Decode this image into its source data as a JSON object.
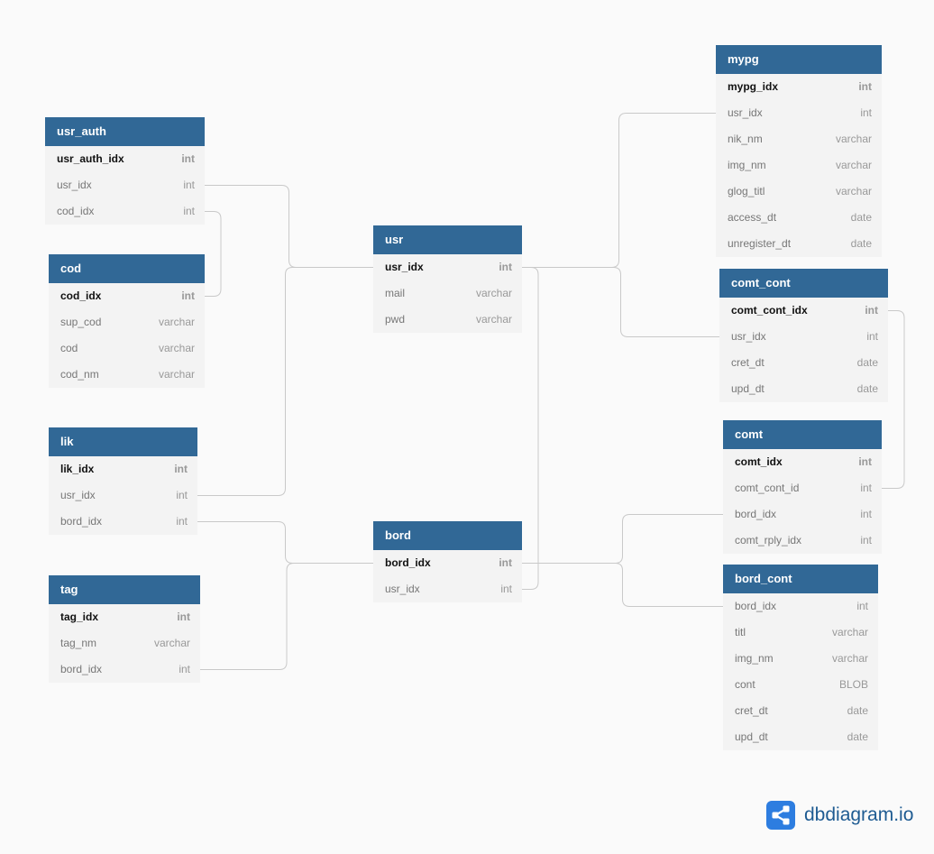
{
  "tables": [
    {
      "id": "usr_auth",
      "name": "usr_auth",
      "fields": [
        {
          "name": "usr_auth_idx",
          "type": "int",
          "pk": true
        },
        {
          "name": "usr_idx",
          "type": "int",
          "pk": false
        },
        {
          "name": "cod_idx",
          "type": "int",
          "pk": false
        }
      ]
    },
    {
      "id": "cod",
      "name": "cod",
      "fields": [
        {
          "name": "cod_idx",
          "type": "int",
          "pk": true
        },
        {
          "name": "sup_cod",
          "type": "varchar",
          "pk": false
        },
        {
          "name": "cod",
          "type": "varchar",
          "pk": false
        },
        {
          "name": "cod_nm",
          "type": "varchar",
          "pk": false
        }
      ]
    },
    {
      "id": "lik",
      "name": "lik",
      "fields": [
        {
          "name": "lik_idx",
          "type": "int",
          "pk": true
        },
        {
          "name": "usr_idx",
          "type": "int",
          "pk": false
        },
        {
          "name": "bord_idx",
          "type": "int",
          "pk": false
        }
      ]
    },
    {
      "id": "tag",
      "name": "tag",
      "fields": [
        {
          "name": "tag_idx",
          "type": "int",
          "pk": true
        },
        {
          "name": "tag_nm",
          "type": "varchar",
          "pk": false
        },
        {
          "name": "bord_idx",
          "type": "int",
          "pk": false
        }
      ]
    },
    {
      "id": "usr",
      "name": "usr",
      "fields": [
        {
          "name": "usr_idx",
          "type": "int",
          "pk": true
        },
        {
          "name": "mail",
          "type": "varchar",
          "pk": false
        },
        {
          "name": "pwd",
          "type": "varchar",
          "pk": false
        }
      ]
    },
    {
      "id": "bord",
      "name": "bord",
      "fields": [
        {
          "name": "bord_idx",
          "type": "int",
          "pk": true
        },
        {
          "name": "usr_idx",
          "type": "int",
          "pk": false
        }
      ]
    },
    {
      "id": "mypg",
      "name": "mypg",
      "fields": [
        {
          "name": "mypg_idx",
          "type": "int",
          "pk": true
        },
        {
          "name": "usr_idx",
          "type": "int",
          "pk": false
        },
        {
          "name": "nik_nm",
          "type": "varchar",
          "pk": false
        },
        {
          "name": "img_nm",
          "type": "varchar",
          "pk": false
        },
        {
          "name": "glog_titl",
          "type": "varchar",
          "pk": false
        },
        {
          "name": "access_dt",
          "type": "date",
          "pk": false
        },
        {
          "name": "unregister_dt",
          "type": "date",
          "pk": false
        }
      ]
    },
    {
      "id": "comt_cont",
      "name": "comt_cont",
      "fields": [
        {
          "name": "comt_cont_idx",
          "type": "int",
          "pk": true
        },
        {
          "name": "usr_idx",
          "type": "int",
          "pk": false
        },
        {
          "name": "cret_dt",
          "type": "date",
          "pk": false
        },
        {
          "name": "upd_dt",
          "type": "date",
          "pk": false
        }
      ]
    },
    {
      "id": "comt",
      "name": "comt",
      "fields": [
        {
          "name": "comt_idx",
          "type": "int",
          "pk": true
        },
        {
          "name": "comt_cont_id",
          "type": "int",
          "pk": false
        },
        {
          "name": "bord_idx",
          "type": "int",
          "pk": false
        },
        {
          "name": "comt_rply_idx",
          "type": "int",
          "pk": false
        }
      ]
    },
    {
      "id": "bord_cont",
      "name": "bord_cont",
      "fields": [
        {
          "name": "bord_idx",
          "type": "int",
          "pk": false
        },
        {
          "name": "titl",
          "type": "varchar",
          "pk": false
        },
        {
          "name": "img_nm",
          "type": "varchar",
          "pk": false
        },
        {
          "name": "cont",
          "type": "BLOB",
          "pk": false
        },
        {
          "name": "cret_dt",
          "type": "date",
          "pk": false
        },
        {
          "name": "upd_dt",
          "type": "date",
          "pk": false
        }
      ]
    }
  ],
  "relationships": [
    {
      "from": "usr_auth.usr_idx",
      "to": "usr.usr_idx"
    },
    {
      "from": "usr_auth.cod_idx",
      "to": "cod.cod_idx"
    },
    {
      "from": "lik.usr_idx",
      "to": "usr.usr_idx"
    },
    {
      "from": "lik.bord_idx",
      "to": "bord.bord_idx"
    },
    {
      "from": "tag.bord_idx",
      "to": "bord.bord_idx"
    },
    {
      "from": "bord.usr_idx",
      "to": "usr.usr_idx"
    },
    {
      "from": "mypg.usr_idx",
      "to": "usr.usr_idx"
    },
    {
      "from": "comt_cont.usr_idx",
      "to": "usr.usr_idx"
    },
    {
      "from": "comt.comt_cont_id",
      "to": "comt_cont.comt_cont_idx"
    },
    {
      "from": "comt.bord_idx",
      "to": "bord.bord_idx"
    },
    {
      "from": "bord_cont.bord_idx",
      "to": "bord.bord_idx"
    }
  ],
  "brand": {
    "name": "dbdiagram.io",
    "icon": "share-nodes-icon",
    "color": "#2d7de0"
  },
  "colors": {
    "header": "#316896",
    "body": "#f3f3f3",
    "connector": "#c9c9c9"
  }
}
